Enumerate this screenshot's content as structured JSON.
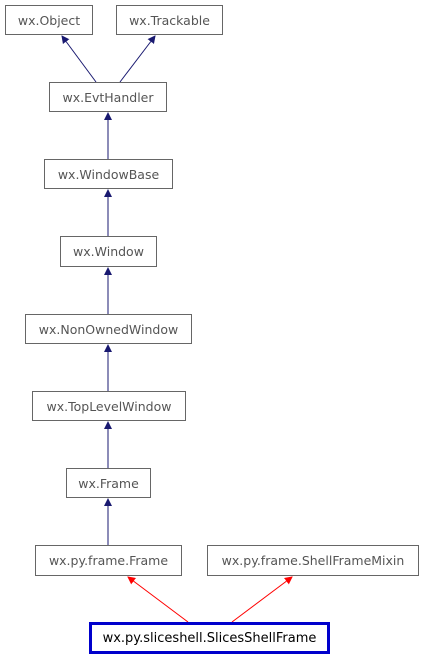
{
  "nodes": {
    "object": "wx.Object",
    "trackable": "wx.Trackable",
    "evthandler": "wx.EvtHandler",
    "windowbase": "wx.WindowBase",
    "window": "wx.Window",
    "nonownedwindow": "wx.NonOwnedWindow",
    "toplevelwindow": "wx.TopLevelWindow",
    "frame": "wx.Frame",
    "pyframe": "wx.py.frame.Frame",
    "shellframemixin": "wx.py.frame.ShellFrameMixin",
    "slicesshellframe": "wx.py.sliceshell.SlicesShellFrame"
  },
  "colors": {
    "inheritance_edge": "#191970",
    "focus_edge": "#ff0000",
    "focus_border": "#0000cc",
    "node_border": "#666666",
    "node_text": "#555555"
  }
}
